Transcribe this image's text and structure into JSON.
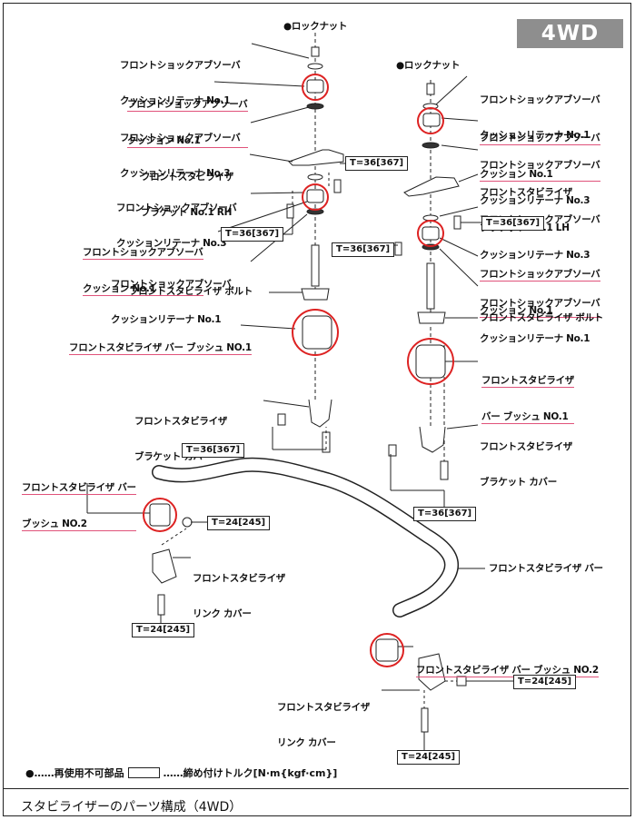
{
  "badge": "4WD",
  "labels": {
    "locknut_left": "●ロックナット",
    "locknut_right": "●ロックナット",
    "l_retainer1": [
      "フロントショックアブソーバ",
      "クッションリテーナ No.1"
    ],
    "l_cushion1": [
      "フロントショックアブソーバ",
      "クッション No.1"
    ],
    "l_retainer3": [
      "フロントショックアブソーバ",
      "クッションリテーナ No.3"
    ],
    "l_bracket": [
      "フロントスタビライザ",
      "ブラケット No.1 RH"
    ],
    "l_retainer3b": [
      "フロントショックアブソーバ",
      "クッションリテーナ No.3"
    ],
    "l_cushion1b": [
      "フロントショックアブソーバ",
      "クッション No.1"
    ],
    "l_retainer1b": [
      "フロントショックアブソーバ",
      "クッションリテーナ No.1"
    ],
    "l_bolt": "フロントスタビライザ ボルト",
    "l_bush1": "フロントスタビライザ バー ブッシュ NO.1",
    "l_cover": [
      "フロントスタビライザ",
      "ブラケット カバー"
    ],
    "r_retainer1": [
      "フロントショックアブソーバ",
      "クッションリテーナ No.1"
    ],
    "r_cushion1": [
      "フロントショックアブソーバ",
      "クッション No.1"
    ],
    "r_retainer3": [
      "フロントショックアブソーバ",
      "クッションリテーナ No.3"
    ],
    "r_bracket": [
      "フロントスタビライザ",
      "ブラケット No.1 LH"
    ],
    "r_retainer3b": [
      "フロントショックアブソーバ",
      "クッションリテーナ No.3"
    ],
    "r_cushion1b": [
      "フロントショックアブソーバ",
      "クッション No.1"
    ],
    "r_retainer1b": [
      "フロントショックアブソーバ",
      "クッションリテーナ No.1"
    ],
    "r_bolt": "フロントスタビライザ ボルト",
    "r_bush1": [
      "フロントスタビライザ",
      "バー ブッシュ NO.1"
    ],
    "r_cover": [
      "フロントスタビライザ",
      "ブラケット カバー"
    ],
    "bush2_left": [
      "フロントスタビライザ バー",
      "ブッシュ NO.2"
    ],
    "link_cover_left": [
      "フロントスタビライザ",
      "リンク カバー"
    ],
    "stab_bar": "フロントスタビライザ バー",
    "bush2_right": "フロントスタビライザ バー ブッシュ NO.2",
    "link_cover_right": [
      "フロントスタビライザ",
      "リンク カバー"
    ]
  },
  "torques": {
    "t1": "T=36[367]",
    "t2": "T=36[367]",
    "t3": "T=36[367]",
    "t4": "T=36[367]",
    "t5": "T=36[367]",
    "t6": "T=36[367]",
    "t7": "T=24[245]",
    "t8": "T=24[245]",
    "t9": "T=24[245]",
    "t10": "T=24[245]"
  },
  "legend": {
    "nonreuse": "●……再使用不可部品",
    "torque": "……締め付けトルク[N·m{kgf·cm}]"
  },
  "caption": "スタビライザーのパーツ構成（4WD）"
}
